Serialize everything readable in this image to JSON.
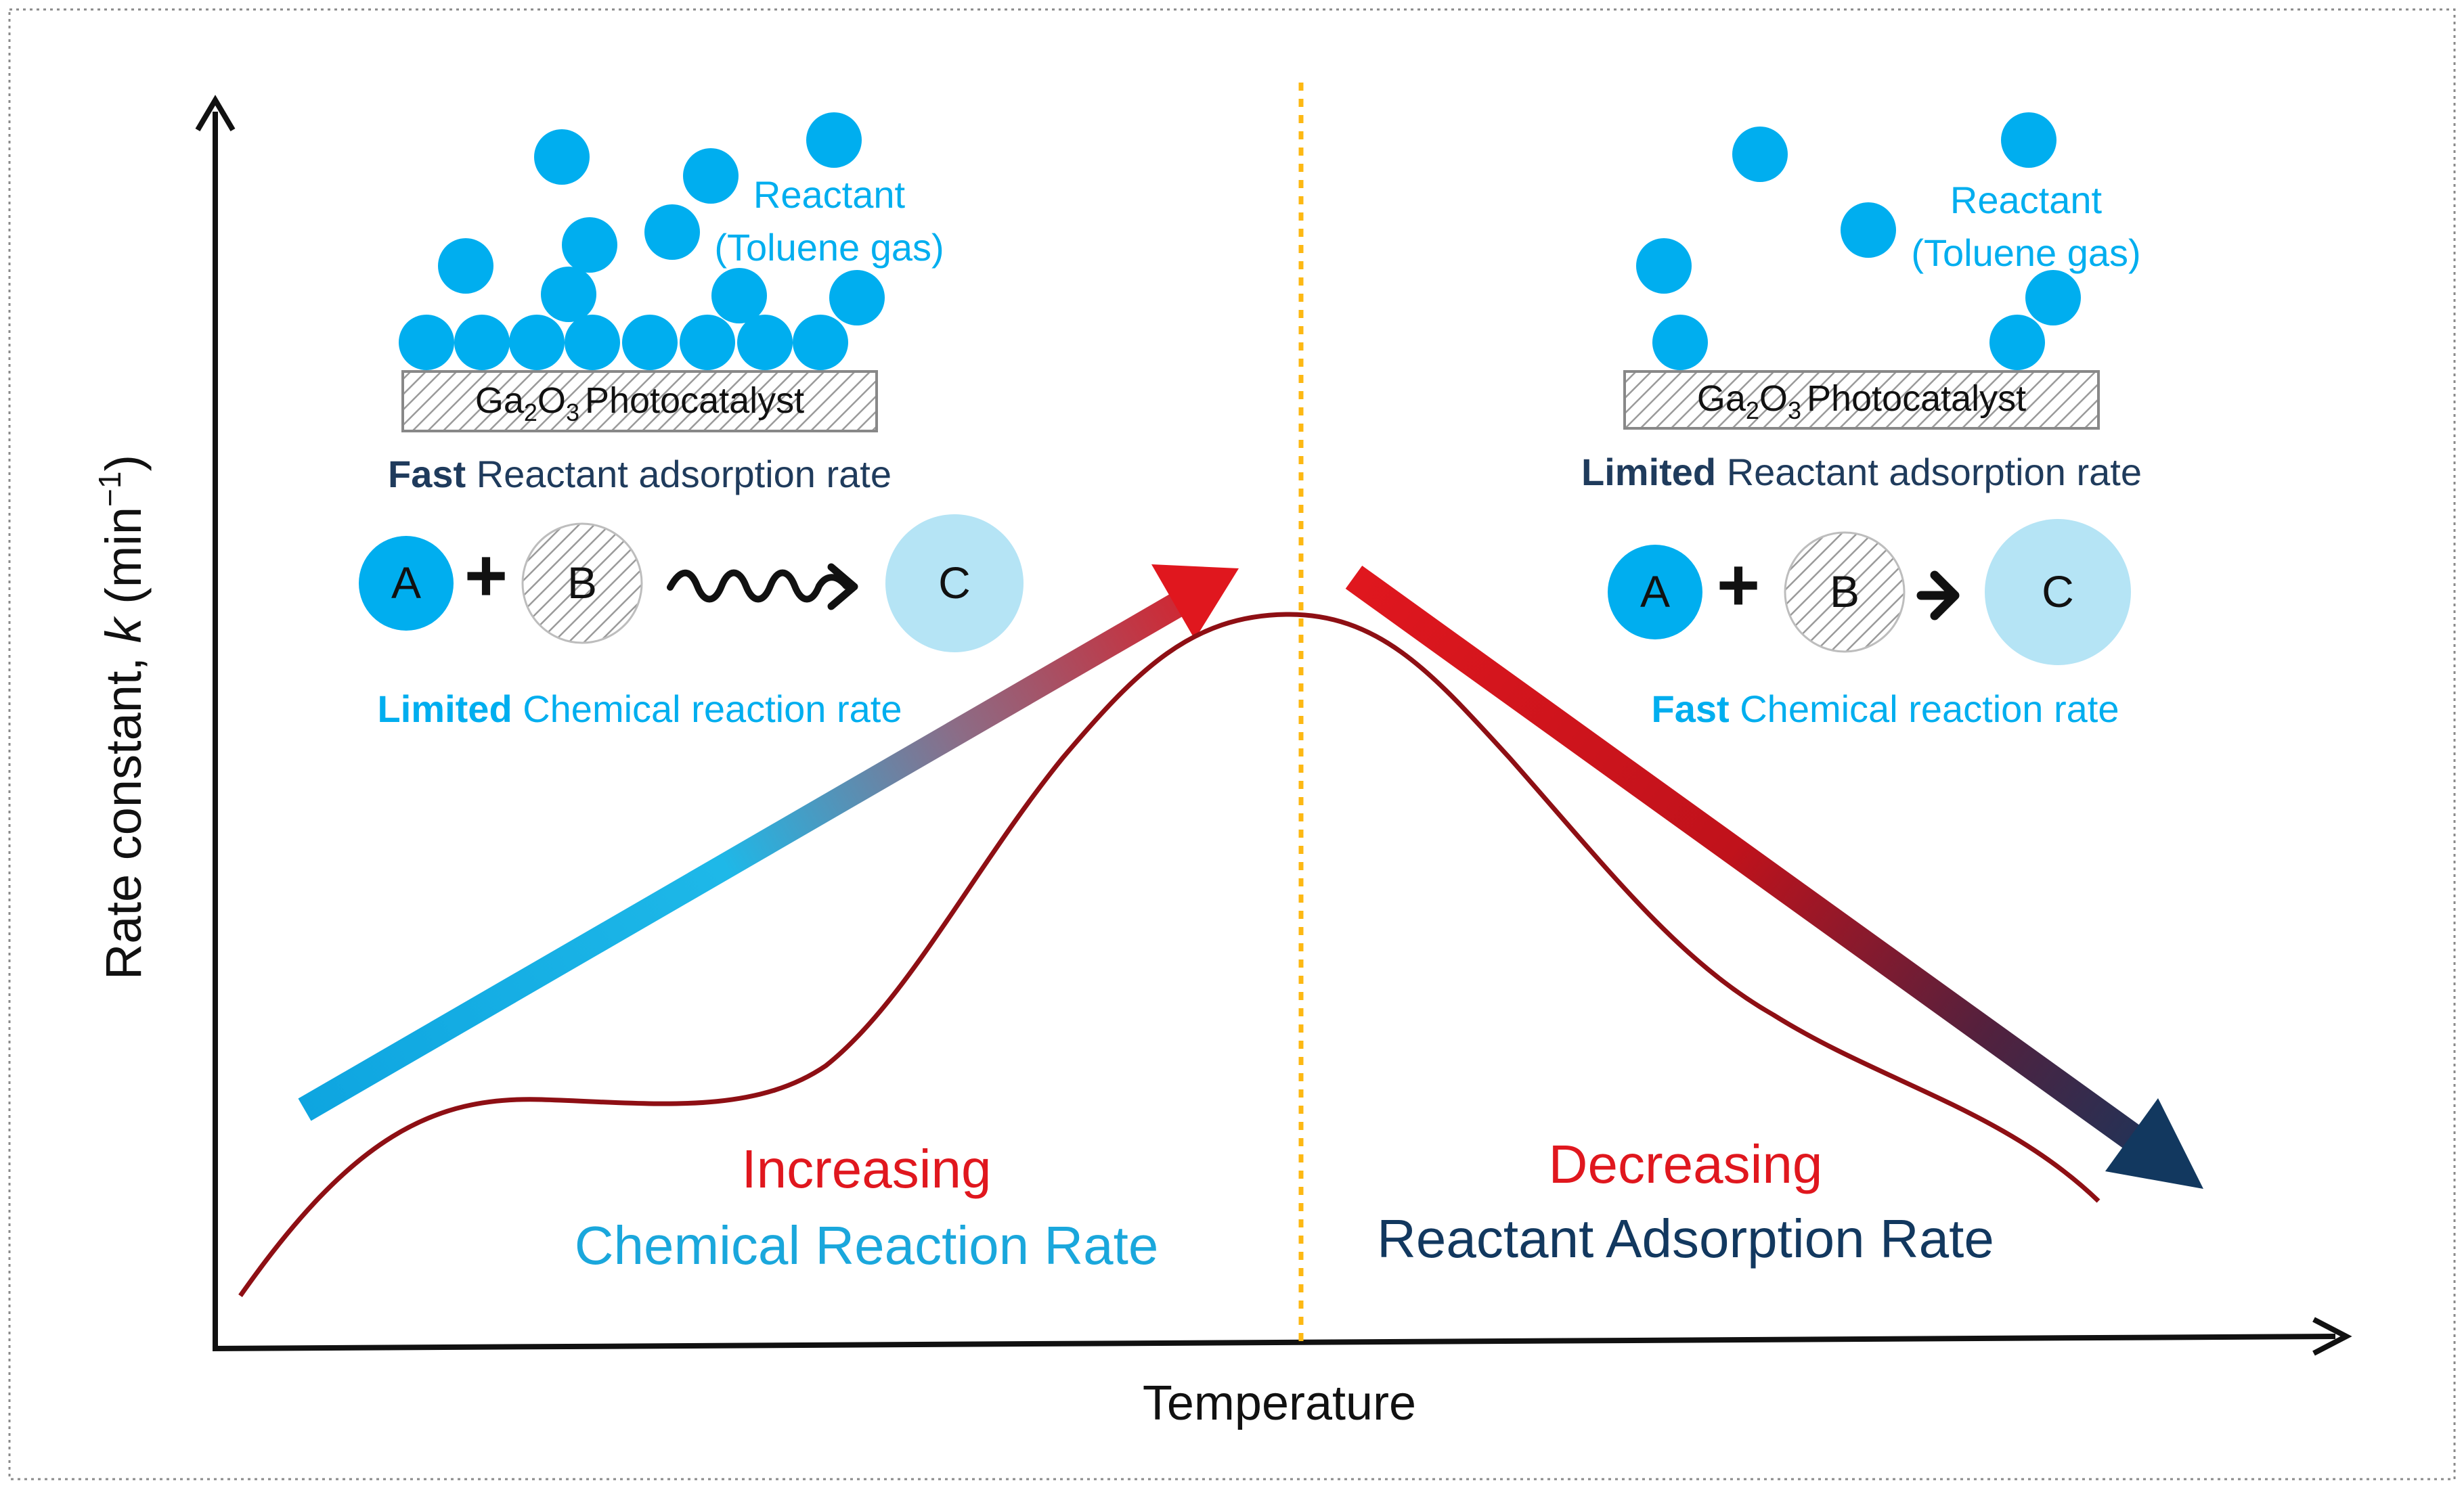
{
  "axes": {
    "y_label_main": "Rate constant, ",
    "y_label_var": "k",
    "y_label_unit": " (min",
    "y_label_sup": "−1",
    "y_label_close": ")",
    "x_label": "Temperature"
  },
  "left_panel": {
    "reactant_line1": "Reactant",
    "reactant_line2": "(Toluene gas)",
    "catalyst_ga": "Ga",
    "catalyst_sub1": "2",
    "catalyst_o": "O",
    "catalyst_sub2": "3",
    "catalyst_rest": "Photocatalyst",
    "adsorption_bold": "Fast",
    "adsorption_rest": " Reactant adsorption rate",
    "species_a": "A",
    "species_b": "B",
    "species_c": "C",
    "plus": "+",
    "reaction_bold": "Limited",
    "reaction_rest": " Chemical reaction rate"
  },
  "right_panel": {
    "reactant_line1": "Reactant",
    "reactant_line2": "(Toluene gas)",
    "catalyst_ga": "Ga",
    "catalyst_sub1": "2",
    "catalyst_o": "O",
    "catalyst_sub2": "3",
    "catalyst_rest": "Photocatalyst",
    "adsorption_bold": "Limited",
    "adsorption_rest": " Reactant adsorption rate",
    "species_a": "A",
    "species_b": "B",
    "species_c": "C",
    "plus": "+",
    "reaction_bold": "Fast",
    "reaction_rest": " Chemical reaction rate"
  },
  "trends": {
    "left_line1": "Increasing",
    "left_line2": "Chemical Reaction Rate",
    "right_line1": "Decreasing",
    "right_line2": "Reactant Adsorption Rate"
  },
  "colors": {
    "cyan": "#00AEEF",
    "light_cyan": "#B5E4F5",
    "red": "#E0171E",
    "navy": "#12385F",
    "curve": "#8E0F14",
    "divider": "#FDB813",
    "axis": "#111111"
  }
}
